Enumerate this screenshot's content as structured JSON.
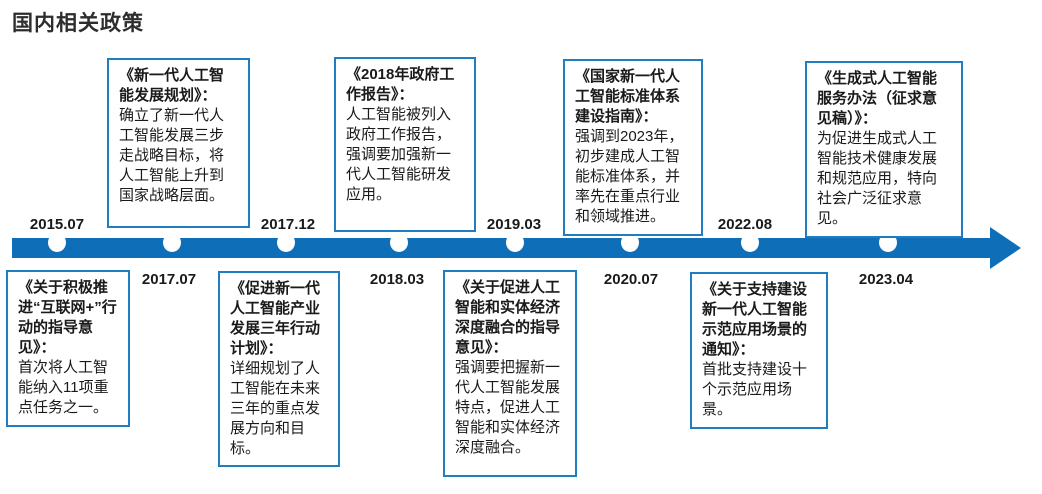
{
  "page_title": "国内相关政策",
  "colors": {
    "timeline_blue": "#0e6fb8",
    "box_border_blue": "#1f7dc0",
    "text_dark": "#1a1a1a"
  },
  "timeline": {
    "direction": "left-to-right",
    "style": "blue-arrow-with-white-dots"
  },
  "events": [
    {
      "date": "2015.07",
      "date_side": "above-line",
      "box_side": "below-line",
      "doc_title": "《关于积极推进“互联网+”行动的指导意见》：",
      "summary": "首次将人工智能纳入11项重点任务之一。"
    },
    {
      "date": "2017.07",
      "date_side": "below-line",
      "box_side": "above-line",
      "doc_title": "《新一代人工智能发展规划》：",
      "summary": "确立了新一代人工智能发展三步走战略目标，将人工智能上升到国家战略层面。"
    },
    {
      "date": "2017.12",
      "date_side": "above-line",
      "box_side": "below-line",
      "doc_title": "《促进新一代人工智能产业发展三年行动计划》：",
      "summary": "详细规划了人工智能在未来三年的重点发展方向和目标。"
    },
    {
      "date": "2018.03",
      "date_side": "below-line",
      "box_side": "above-line",
      "doc_title": "《2018年政府工作报告》：",
      "summary": "人工智能被列入政府工作报告，强调要加强新一代人工智能研发应用。"
    },
    {
      "date": "2019.03",
      "date_side": "above-line",
      "box_side": "below-line",
      "doc_title": "《关于促进人工智能和实体经济深度融合的指导意见》：",
      "summary": "强调要把握新一代人工智能发展特点，促进人工智能和实体经济深度融合。"
    },
    {
      "date": "2020.07",
      "date_side": "below-line",
      "box_side": "above-line",
      "doc_title": "《国家新一代人工智能标准体系建设指南》：",
      "summary": "强调到2023年，初步建成人工智能标准体系，并率先在重点行业和领域推进。"
    },
    {
      "date": "2022.08",
      "date_side": "above-line",
      "box_side": "below-line",
      "doc_title": "《关于支持建设新一代人工智能示范应用场景的通知》：",
      "summary": "首批支持建设十个示范应用场景。"
    },
    {
      "date": "2023.04",
      "date_side": "below-line",
      "box_side": "above-line",
      "doc_title": "《生成式人工智能服务办法（征求意见稿）》：",
      "summary": "为促进生成式人工智能技术健康发展和规范应用，特向社会广泛征求意见。"
    }
  ]
}
